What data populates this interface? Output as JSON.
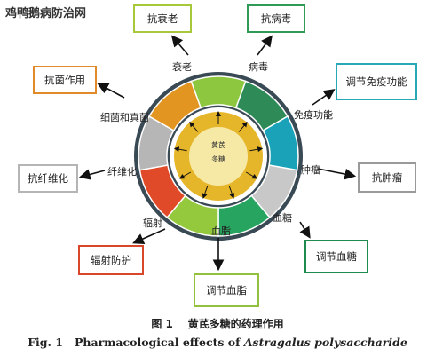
{
  "watermark": "鸡鸭鹅病防治网",
  "center": {
    "line1": "黄芪",
    "line2": "多糖"
  },
  "ring_labels": {
    "aging": "衰老",
    "virus": "病毒",
    "immune": "免疫功能",
    "tumor": "肿瘤",
    "glucose": "血糖",
    "lipid": "血脂",
    "radiation": "辐射",
    "fibrosis": "纤维化",
    "bacteria": "细菌和真菌"
  },
  "effect_boxes": {
    "anti_aging": "抗衰老",
    "antiviral": "抗病毒",
    "immune_regulation": "调节免疫功能",
    "antitumor": "抗肿瘤",
    "glucose_regulation": "调节血糖",
    "lipid_regulation": "调节血脂",
    "radiation_protection": "辐射防护",
    "antifibrosis": "抗纤维化",
    "antibacterial": "抗菌作用"
  },
  "box_colors": {
    "anti_aging": "#a8c83c",
    "antiviral": "#2e9a56",
    "immune_regulation": "#27a9b8",
    "antitumor": "#9a9a9a",
    "glucose_regulation": "#1d8a4e",
    "lipid_regulation": "#93c13d",
    "radiation_protection": "#d9472b",
    "antifibrosis": "#b5b5b5",
    "antibacterial": "#e08a2a"
  },
  "segment_colors": [
    "#8dc63f",
    "#2e8b57",
    "#1aa3b8",
    "#c8c8c8",
    "#27a560",
    "#94c83d",
    "#e04a28",
    "#b6b6b6",
    "#e39522"
  ],
  "caption_cn": {
    "fig": "图 1",
    "text": "黄芪多糖的药理作用"
  },
  "caption_en": {
    "prefix": "Fig. 1   Pharmacological effects of ",
    "italic": "Astragalus polysaccharide"
  }
}
